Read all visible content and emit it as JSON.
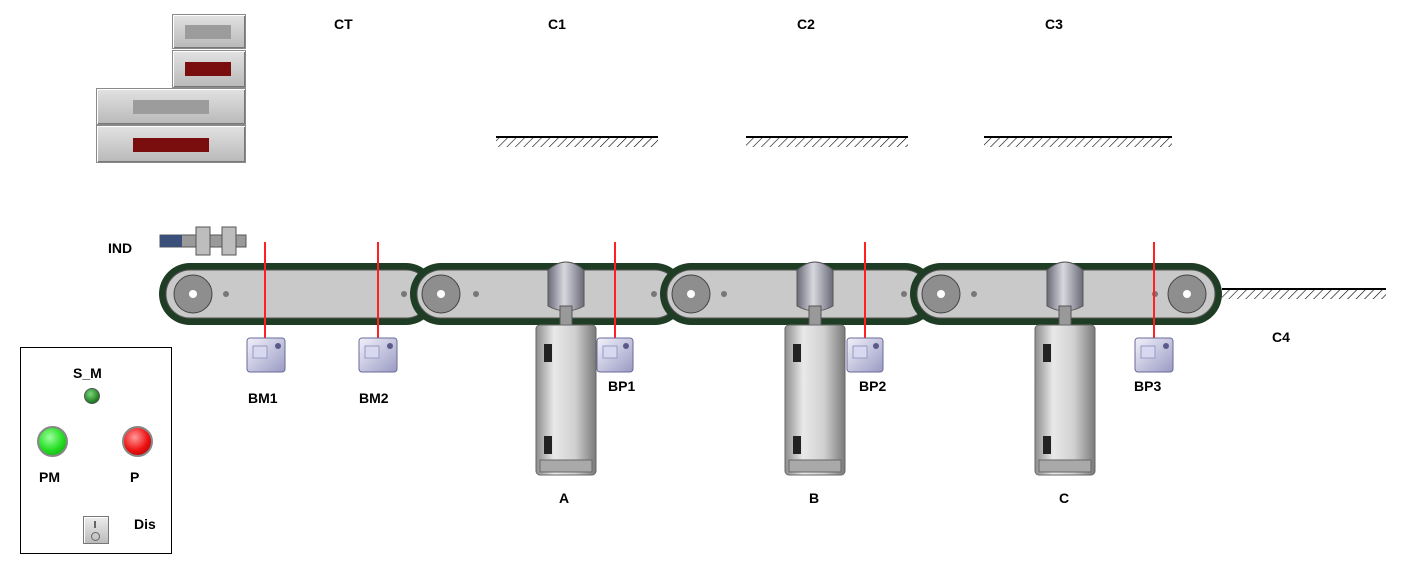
{
  "window": {
    "title": ""
  },
  "labels": {
    "ct": "CT",
    "c1": "C1",
    "c2": "C2",
    "c3": "C3",
    "c4": "C4",
    "ind": "IND",
    "bm1": "BM1",
    "bm2": "BM2",
    "bp1": "BP1",
    "bp2": "BP2",
    "bp3": "BP3",
    "cyl_a": "A",
    "cyl_b": "B",
    "cyl_c": "C"
  },
  "panel": {
    "s_m": "S_M",
    "pm": "PM",
    "p": "P",
    "dis": "Dis"
  },
  "colors": {
    "belt_band": "#1f3d24",
    "belt_body": "#c9c9c9",
    "laser": "#ff2020",
    "lamp_green": "#2a8a2a",
    "button_green": "#22dd22",
    "button_red": "#ee1111",
    "block_grey": "#9a9a9a",
    "block_red": "#7a0d0d"
  },
  "icons": {
    "sensor": "photo-sensor-icon",
    "inductive": "inductive-sensor-icon",
    "cylinder": "pneumatic-cylinder-icon",
    "switch": "rocker-switch-icon"
  }
}
